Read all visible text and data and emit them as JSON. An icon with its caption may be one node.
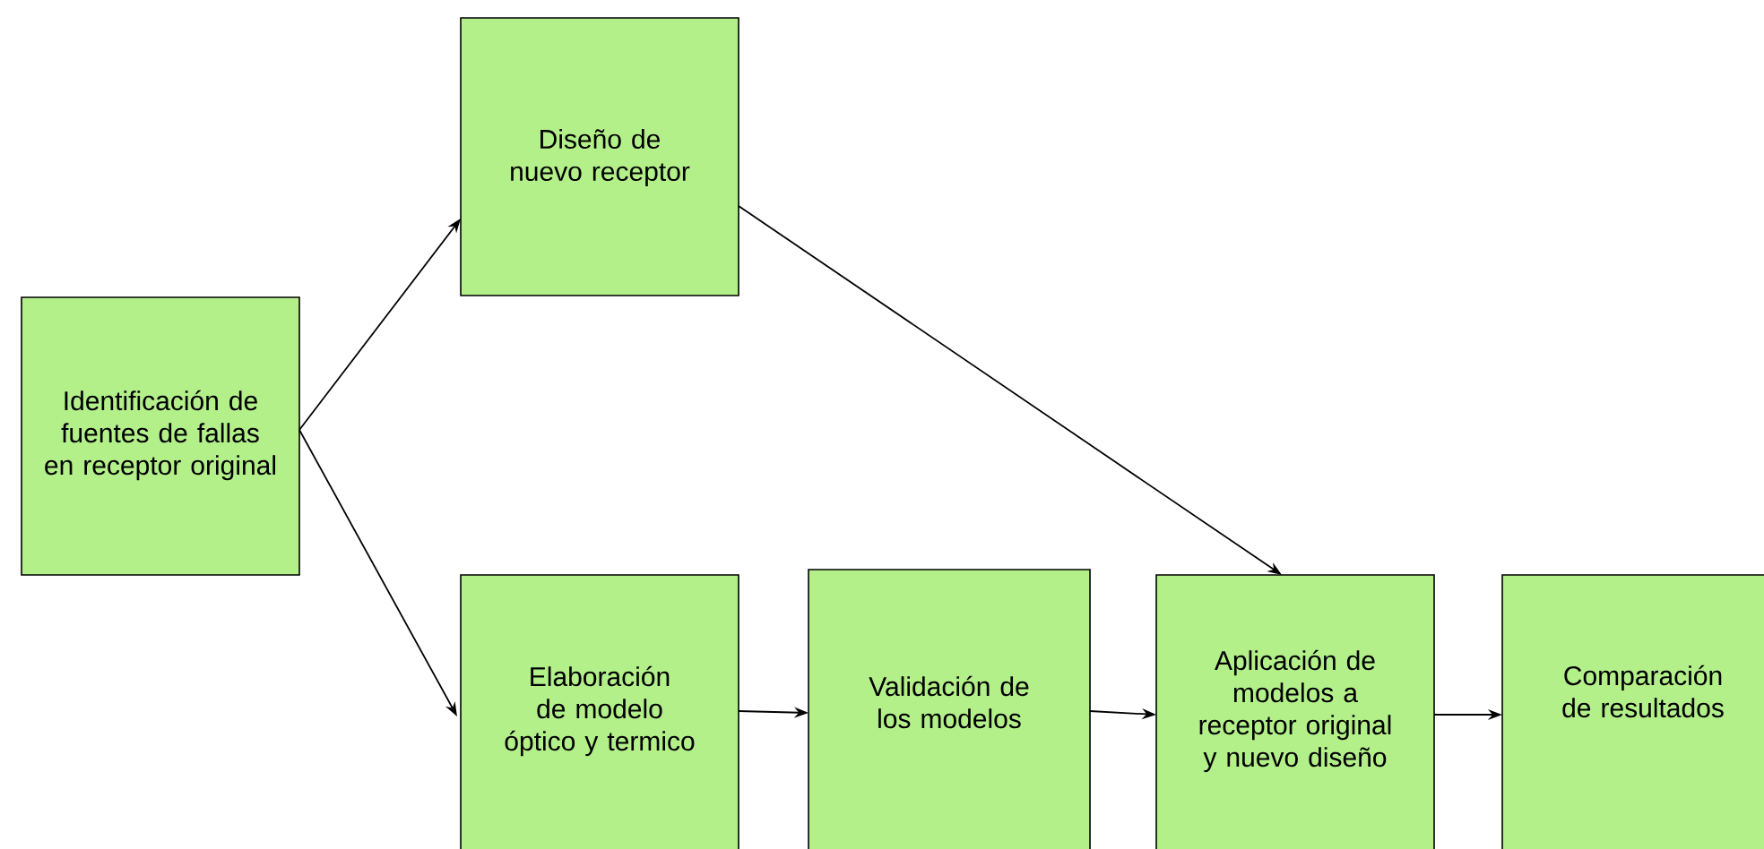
{
  "diagram": {
    "nodes": [
      {
        "text": [
          "Identificación de fuentes de fallas en receptor original"
        ]
      },
      {
        "text": [
          "Diseño de nuevo receptor"
        ]
      },
      {
        "text": [
          "Elaboración de modelo óptico y termico"
        ]
      },
      {
        "text": [
          "Validación de los modelos"
        ]
      },
      {
        "text": [
          "Aplicación de modelos a receptor original y nuevo diseño"
        ]
      },
      {
        "text": [
          "Comparación de resultados"
        ]
      }
    ],
    "edges": [
      {
        "from": 0,
        "to": 1,
        "arrow": "to"
      },
      {
        "from": 0,
        "to": 2,
        "arrow": "to"
      },
      {
        "from": 1,
        "to": 4,
        "arrow": "to"
      },
      {
        "from": 2,
        "to": 3,
        "arrow": "to"
      },
      {
        "from": 3,
        "to": 4,
        "arrow": "to"
      },
      {
        "from": 4,
        "to": 5,
        "arrow": "to"
      }
    ]
  }
}
